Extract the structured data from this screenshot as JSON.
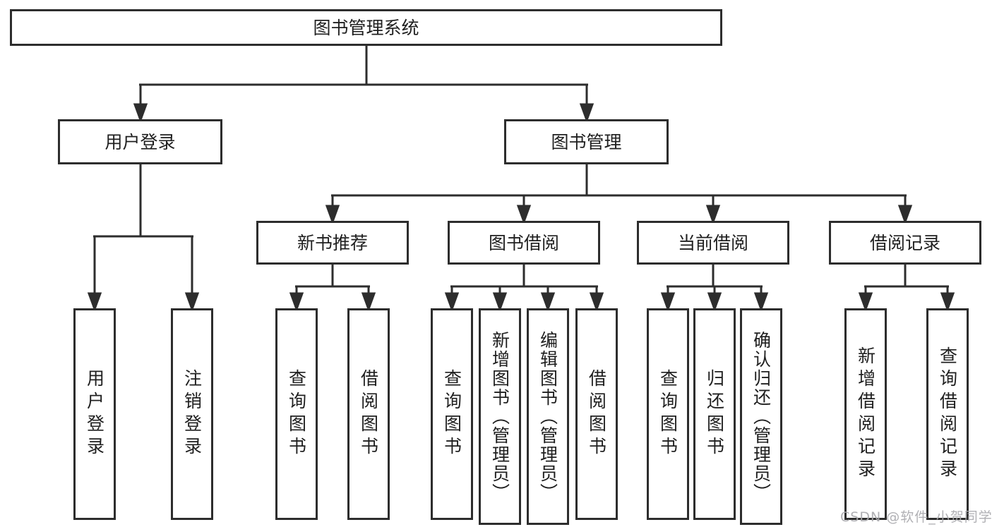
{
  "tree": {
    "root": "图书管理系统",
    "login": {
      "label": "用户登录",
      "children": [
        "用户登录",
        "注销登录"
      ]
    },
    "mgmt": {
      "label": "图书管理",
      "groups": [
        {
          "label": "新书推荐",
          "children": [
            "查询图书",
            "借阅图书"
          ]
        },
        {
          "label": "图书借阅",
          "children": [
            "查询图书",
            "新增图书（管理员）",
            "编辑图书（管理员）",
            "借阅图书"
          ]
        },
        {
          "label": "当前借阅",
          "children": [
            "查询图书",
            "归还图书",
            "确认归还（管理员）"
          ]
        },
        {
          "label": "借阅记录",
          "children": [
            "新增借阅记录",
            "查询借阅记录"
          ]
        }
      ]
    }
  },
  "watermark": {
    "text": "CSDN @软件_小贺同学"
  },
  "colors": {
    "line": "#2d2d2d",
    "text": "#1f1f1f",
    "watermark": "#aaaaae",
    "background": "#ffffff"
  }
}
